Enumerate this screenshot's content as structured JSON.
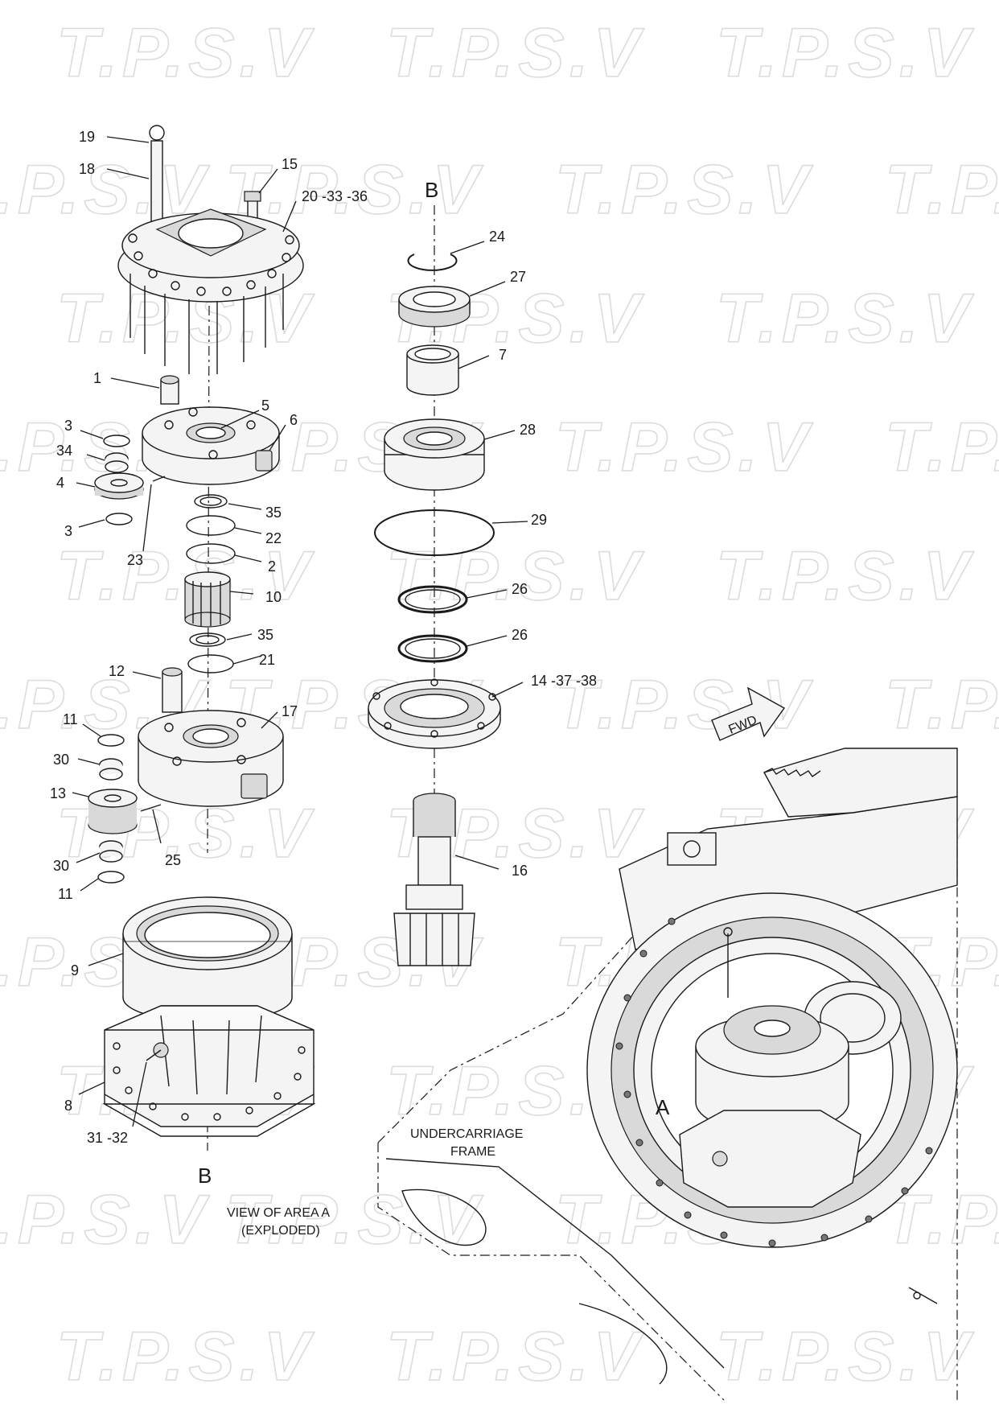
{
  "watermark": {
    "text": "T.P.S.V"
  },
  "labels": {
    "p19": "19",
    "p18": "18",
    "p15": "15",
    "p20_33_36": "20 -33 -36",
    "p1": "1",
    "p5": "5",
    "p6": "6",
    "p3a": "3",
    "p34": "34",
    "p4": "4",
    "p3b": "3",
    "p23": "23",
    "p35a": "35",
    "p22": "22",
    "p2": "2",
    "p10": "10",
    "p35b": "35",
    "p21": "21",
    "p12": "12",
    "p17": "17",
    "p11a": "11",
    "p30a": "30",
    "p13": "13",
    "p25": "25",
    "p30b": "30",
    "p11b": "11",
    "p9": "9",
    "p8": "8",
    "p31_32": "31 -32",
    "p24": "24",
    "p27": "27",
    "p7": "7",
    "p28": "28",
    "p29": "29",
    "p26a": "26",
    "p26b": "26",
    "p14_37_38": "14 -37 -38",
    "p16": "16"
  },
  "markers": {
    "b_top": "B",
    "b_bottom": "B",
    "area_a": "A"
  },
  "fwd": "FWD",
  "captions": {
    "undercarriage_1": "UNDERCARRIAGE",
    "undercarriage_2": "FRAME",
    "view_1": "VIEW OF AREA A",
    "view_2": "(EXPLODED)"
  }
}
